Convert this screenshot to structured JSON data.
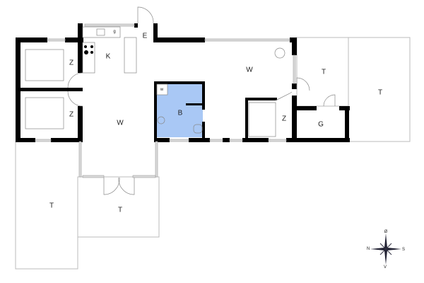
{
  "rooms": {
    "bedroom_top": "Z",
    "bedroom_bottom": "Z",
    "kitchen": "K",
    "entrance": "E",
    "living_left": "W",
    "living_right": "W",
    "bathroom": "B",
    "washer": "w",
    "fridge_g": "g",
    "bedroom_small": "Z",
    "terrace_right_inner": "T",
    "terrace_far_right": "T",
    "garage_shed": "G",
    "terrace_bottom": "T",
    "terrace_left": "T"
  },
  "compass": {
    "top": "Ø",
    "left": "N",
    "right": "S",
    "bottom": "V"
  },
  "colors": {
    "wall": "#000000",
    "bathroom": "#a9c8f5",
    "window": "#bbbbbb"
  }
}
